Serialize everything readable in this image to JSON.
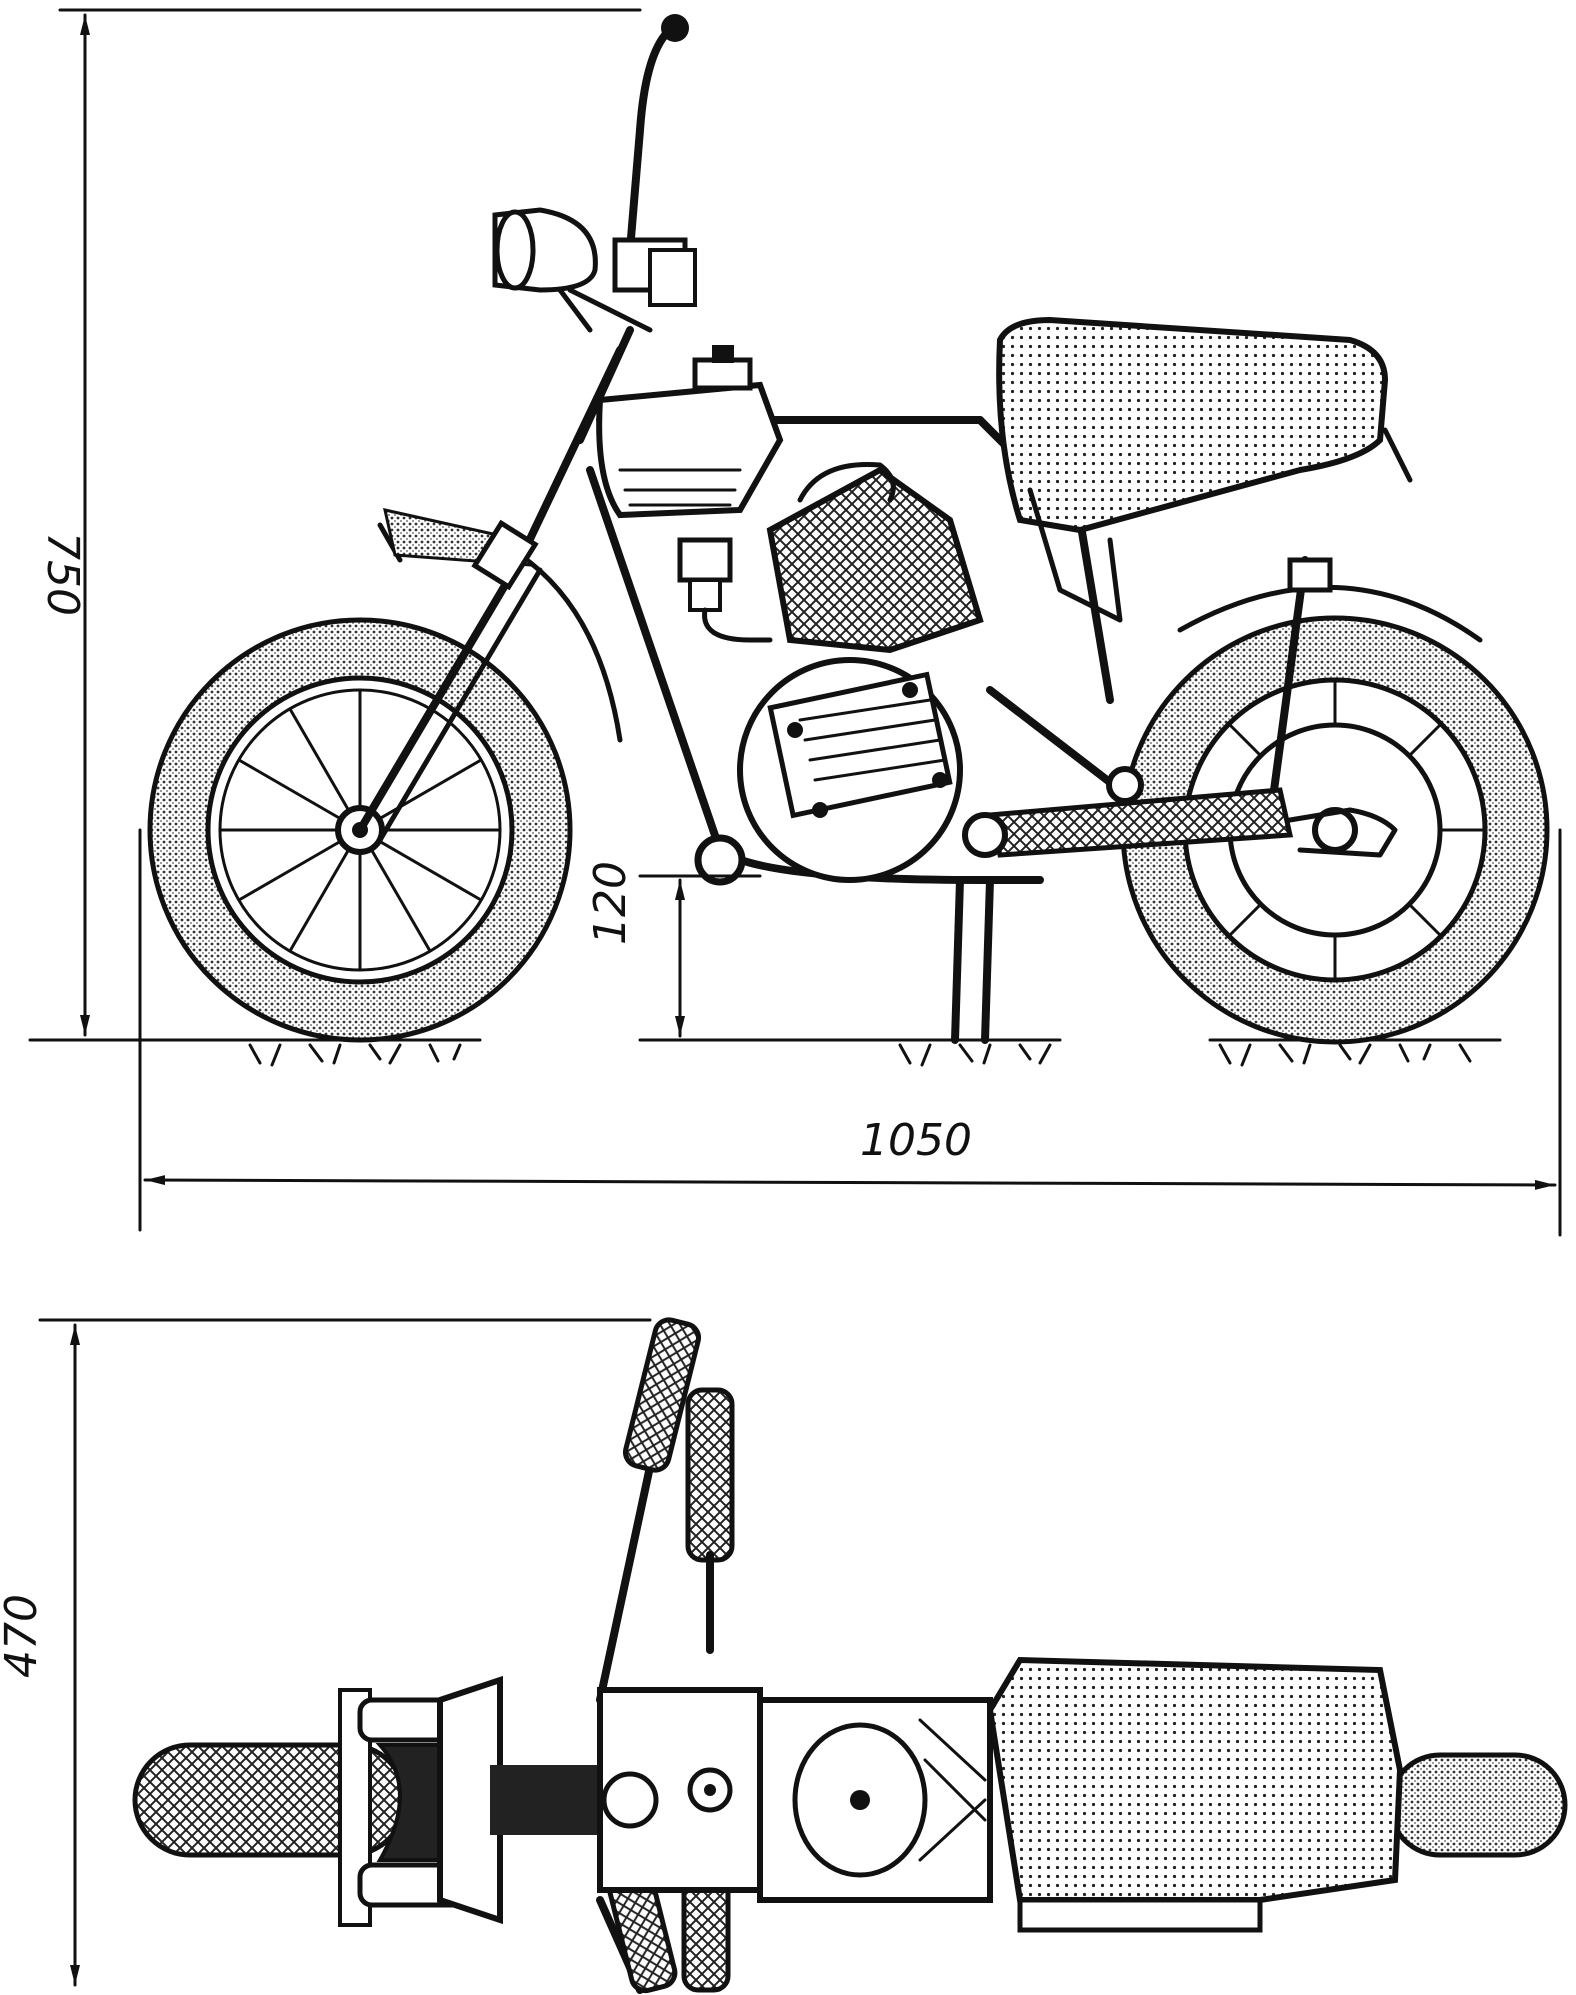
{
  "dimensions": {
    "overall_height": "750",
    "overall_length": "1050",
    "ground_clearance": "120",
    "overall_width": "470"
  },
  "colors": {
    "ink": "#111111",
    "paper": "#ffffff"
  }
}
